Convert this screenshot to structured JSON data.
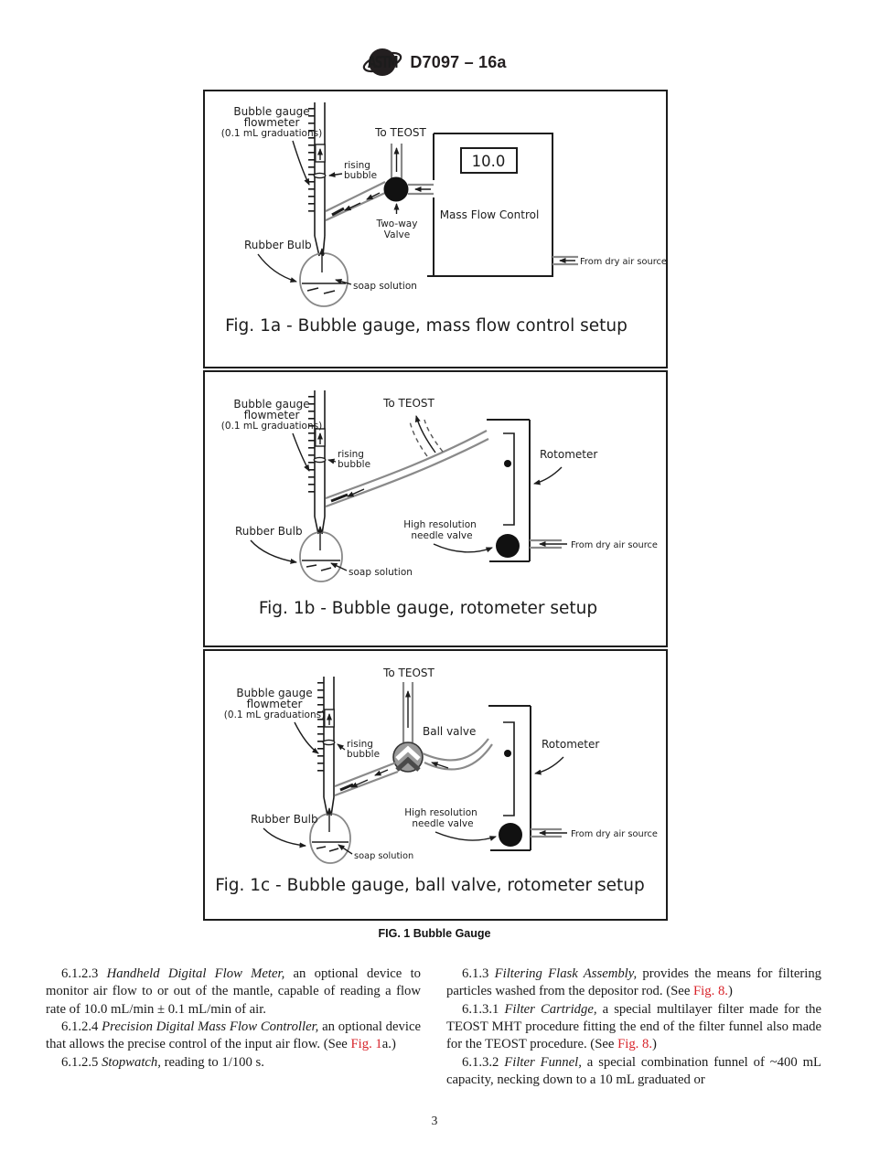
{
  "colors": {
    "link_red": "#d8232a",
    "ink": "#1c1c1c",
    "tube_gray": "#8a8a8a"
  },
  "header": {
    "logo": "ASTM",
    "title": "D7097 – 16a"
  },
  "fig_group_caption": "FIG. 1 Bubble Gauge",
  "figures": {
    "fig1a": {
      "caption": "Fig. 1a - Bubble gauge, mass flow control setup",
      "labels": {
        "flowmeter": [
          "Bubble gauge",
          "flowmeter",
          "(0.1 mL graduations)"
        ],
        "to_teost": "To TEOST",
        "rising": [
          "rising",
          "bubble"
        ],
        "valve": [
          "Two-way",
          "Valve"
        ],
        "display": "10.0",
        "mass_flow": "Mass Flow Control",
        "rubber_bulb": "Rubber Bulb",
        "soap": "soap solution",
        "air_source": "From dry air source"
      }
    },
    "fig1b": {
      "caption": "Fig. 1b - Bubble gauge, rotometer setup",
      "labels": {
        "flowmeter": [
          "Bubble gauge",
          "flowmeter",
          "(0.1 mL graduations)"
        ],
        "to_teost": "To TEOST",
        "rising": [
          "rising",
          "bubble"
        ],
        "rotometer": "Rotometer",
        "needle_valve": [
          "High resolution",
          "needle valve"
        ],
        "rubber_bulb": "Rubber Bulb",
        "soap": "soap solution",
        "air_source": "From dry air source"
      }
    },
    "fig1c": {
      "caption": "Fig. 1c - Bubble gauge, ball valve, rotometer setup",
      "labels": {
        "flowmeter": [
          "Bubble gauge",
          "flowmeter",
          "(0.1 mL graduations)"
        ],
        "to_teost": "To TEOST",
        "rising": [
          "rising",
          "bubble"
        ],
        "ball_valve": "Ball valve",
        "rotometer": "Rotometer",
        "needle_valve": [
          "High resolution",
          "needle valve"
        ],
        "rubber_bulb": "Rubber Bulb",
        "soap": "soap solution",
        "air_source": "From dry air source"
      }
    }
  },
  "body": {
    "left": [
      [
        {
          "t": "6.1.2.3 "
        },
        {
          "t": "Handheld Digital Flow Meter,",
          "s": "i"
        },
        {
          "t": " an optional device to monitor air flow to or out of the mantle, capable of reading a flow rate of 10.0 mL/min ± 0.1 mL/min of air."
        }
      ],
      [
        {
          "t": "6.1.2.4 "
        },
        {
          "t": "Precision Digital Mass Flow Controller,",
          "s": "i"
        },
        {
          "t": " an optional device that allows the precise control of the input air flow. (See "
        },
        {
          "t": "Fig. 1",
          "s": "r"
        },
        {
          "t": "a.)"
        }
      ],
      [
        {
          "t": "6.1.2.5 "
        },
        {
          "t": "Stopwatch,",
          "s": "i"
        },
        {
          "t": " reading to 1/100 s."
        }
      ]
    ],
    "right": [
      [
        {
          "t": "6.1.3 "
        },
        {
          "t": "Filtering Flask Assembly,",
          "s": "i"
        },
        {
          "t": " provides the means for filtering particles washed from the depositor rod. (See "
        },
        {
          "t": "Fig. 8.",
          "s": "r"
        },
        {
          "t": ")"
        }
      ],
      [
        {
          "t": "6.1.3.1 "
        },
        {
          "t": "Filter Cartridge,",
          "s": "i"
        },
        {
          "t": " a special multilayer filter made for the TEOST MHT procedure fitting the end of the filter funnel also made for the TEOST procedure. (See "
        },
        {
          "t": "Fig. 8.",
          "s": "r"
        },
        {
          "t": ")"
        }
      ],
      [
        {
          "t": "6.1.3.2 "
        },
        {
          "t": "Filter Funnel,",
          "s": "i"
        },
        {
          "t": " a special combination funnel of ~400 mL capacity, necking down to a 10 mL graduated or"
        }
      ]
    ]
  },
  "page": {
    "number": "3"
  }
}
